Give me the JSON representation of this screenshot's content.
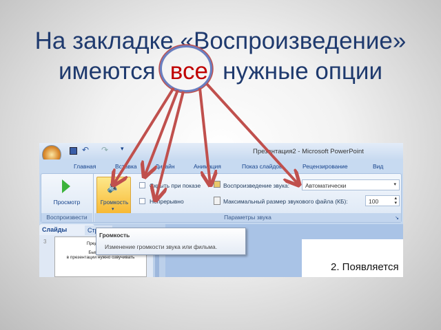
{
  "slide": {
    "title_line1": "На закладке «Воспроизведение»",
    "title_line2_before": "имеются",
    "title_highlight": "все",
    "title_line2_after": "нужные опции",
    "highlight_color": "#c00000",
    "arrow_color": "#c0504d"
  },
  "window": {
    "title": "Презентация2 - Microsoft PowerPoint"
  },
  "tabs": [
    "Главная",
    "Вставка",
    "Дизайн",
    "Анимация",
    "Показ слайдов",
    "Рецензирование",
    "Вид"
  ],
  "ribbon": {
    "preview_label": "Просмотр",
    "group_play": "Воспроизвести",
    "volume_label": "Громкость",
    "hide_label": "Скрыть при показе",
    "loop_label": "Непрерывно",
    "play_sound_label": "Воспроизведение звука:",
    "play_sound_value": "Автоматически",
    "max_size_label": "Максимальный размер звукового файла (КБ):",
    "max_size_value": "100",
    "group_sound": "Параметры звука"
  },
  "pane": {
    "tab_slides": "Слайды",
    "tab_outline": "Структура",
    "slide_number": "3",
    "thumb_title": "Предисловие",
    "thumb_line1": "Бывает так,",
    "thumb_line2": "в презентации нужно озвучивать"
  },
  "tooltip": {
    "title": "Громкость",
    "text": "Изменение громкости звука или фильма."
  },
  "slide_preview": {
    "text": "2. Появляется"
  }
}
